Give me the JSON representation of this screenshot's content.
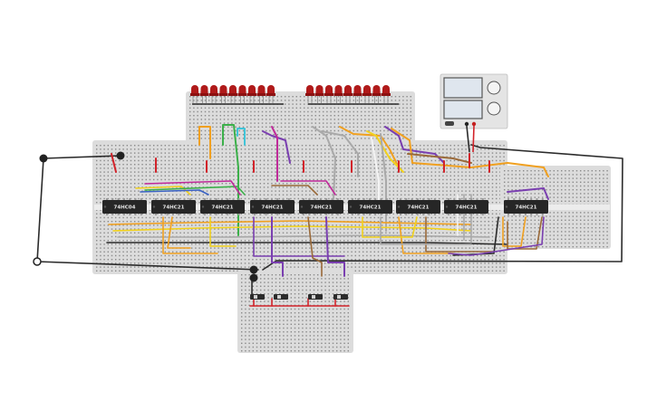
{
  "canvas": {
    "background": "#ffffff",
    "breadboard_color": "#dcdcdc",
    "hole_color": "#8a8a8a"
  },
  "chips": [
    {
      "id": "u1",
      "label": "74HC04"
    },
    {
      "id": "u2",
      "label": "74HC21"
    },
    {
      "id": "u3",
      "label": "74HC21"
    },
    {
      "id": "u4",
      "label": "74HC21"
    },
    {
      "id": "u5",
      "label": "74HC21"
    },
    {
      "id": "u6",
      "label": "74HC21"
    },
    {
      "id": "u7",
      "label": "74HC21"
    },
    {
      "id": "u8",
      "label": "74HC21"
    },
    {
      "id": "u9",
      "label": "74HC21"
    }
  ],
  "leds": {
    "color": "#b01a1a",
    "left_group_count": 9,
    "right_group_count": 9
  },
  "power_supply": {
    "body_color": "#e4e4e4",
    "display_color": "#dfe6ee"
  },
  "switches_count": 4,
  "wire_colors": {
    "black": "#2b2b2b",
    "red": "#d2232a",
    "orange": "#f0a020",
    "yellow": "#f2d21c",
    "green": "#3cb04a",
    "cyan": "#40c4d8",
    "blue": "#3b63c4",
    "purple": "#7a3fb0",
    "magenta": "#c02a9a",
    "brown": "#9a6a3a",
    "grey": "#a9a9a9",
    "white": "#f4f4f4"
  }
}
